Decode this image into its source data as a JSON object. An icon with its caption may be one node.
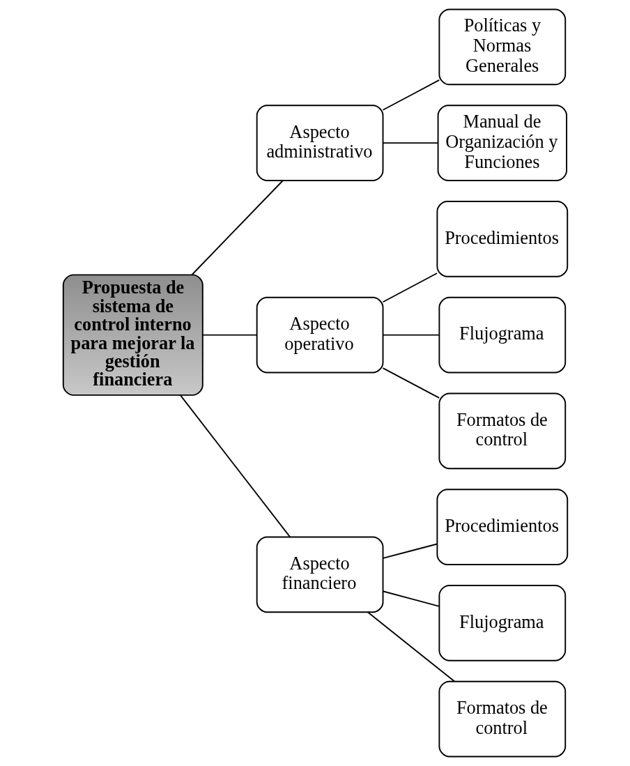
{
  "diagram": {
    "nodes": [
      {
        "text": [
          "Propuesta de sistema de control interno para mejorar la gestión financiera"
        ]
      },
      {
        "text": [
          "Aspecto administrativo"
        ]
      },
      {
        "text": [
          "Políticas y Normas Generales"
        ]
      },
      {
        "text": [
          "Manual de Organización y Funciones"
        ]
      },
      {
        "text": [
          "Aspecto operativo"
        ]
      },
      {
        "text": [
          "Procedimientos"
        ]
      },
      {
        "text": [
          "Flujograma"
        ]
      },
      {
        "text": [
          "Formatos de control"
        ]
      },
      {
        "text": [
          "Aspecto financiero"
        ]
      },
      {
        "text": [
          "Procedimientos"
        ]
      },
      {
        "text": [
          "Flujograma"
        ]
      },
      {
        "text": [
          "Formatos de control"
        ]
      }
    ],
    "edges": [
      {
        "from": 0,
        "to": 1,
        "arrow": "none"
      },
      {
        "from": 0,
        "to": 4,
        "arrow": "none"
      },
      {
        "from": 0,
        "to": 8,
        "arrow": "none"
      },
      {
        "from": 1,
        "to": 2,
        "arrow": "none"
      },
      {
        "from": 1,
        "to": 3,
        "arrow": "none"
      },
      {
        "from": 4,
        "to": 5,
        "arrow": "none"
      },
      {
        "from": 4,
        "to": 6,
        "arrow": "none"
      },
      {
        "from": 4,
        "to": 7,
        "arrow": "none"
      },
      {
        "from": 8,
        "to": 9,
        "arrow": "none"
      },
      {
        "from": 8,
        "to": 10,
        "arrow": "none"
      },
      {
        "from": 8,
        "to": 11,
        "arrow": "none"
      }
    ]
  }
}
